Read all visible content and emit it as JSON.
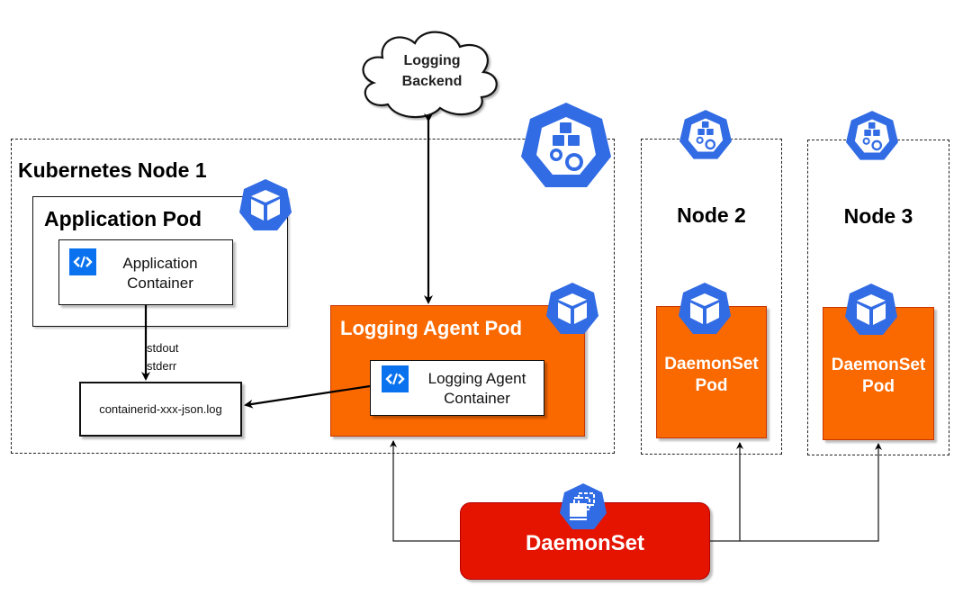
{
  "cloud": {
    "line1": "Logging",
    "line2": "Backend"
  },
  "node1": {
    "title": "Kubernetes Node 1"
  },
  "app_pod": {
    "title": "Application Pod"
  },
  "app_container": {
    "line1": "Application",
    "line2": "Container"
  },
  "log_file": {
    "label": "containerid-xxx-json.log"
  },
  "streams": {
    "line1": "stdout",
    "line2": "stderr"
  },
  "agent_pod": {
    "title": "Logging Agent Pod"
  },
  "agent_container": {
    "line1": "Logging Agent",
    "line2": "Container"
  },
  "node2": {
    "title": "Node 2",
    "pod_line1": "DaemonSet",
    "pod_line2": "Pod"
  },
  "node3": {
    "title": "Node 3",
    "pod_line1": "DaemonSet",
    "pod_line2": "Pod"
  },
  "daemonset": {
    "label": "DaemonSet"
  },
  "colors": {
    "k8s_blue": "#326ce5",
    "code_blue": "#0a72ef",
    "pod_orange": "#fa6800",
    "daemonset_red": "#e51400"
  },
  "icons": {
    "pod": "k8s-pod-cube-icon",
    "node": "k8s-node-cubes-gears-icon",
    "container": "code-brackets-icon",
    "daemonset": "k8s-daemonset-icon"
  }
}
